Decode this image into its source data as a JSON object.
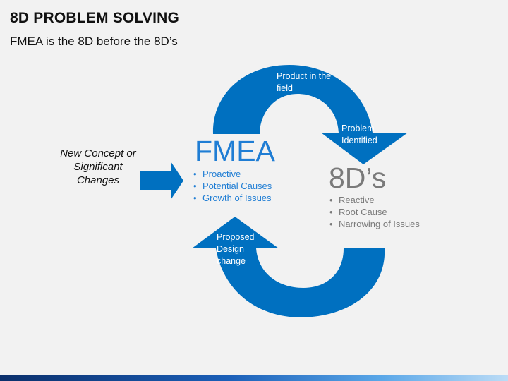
{
  "header": {
    "title": "8D PROBLEM SOLVING",
    "subtitle": "FMEA is the 8D before the 8D’s"
  },
  "diagram": {
    "input_text": "New Concept or Significant Changes",
    "fmea": {
      "title": "FMEA",
      "bullets": [
        "Proactive",
        "Potential Causes",
        "Growth of Issues"
      ]
    },
    "eights": {
      "title": "8D’s",
      "bullets": [
        "Reactive",
        "Root Cause",
        "Narrowing of Issues"
      ]
    },
    "top_arrow": {
      "label": "Product in the field",
      "tip_label": "Problem Identified"
    },
    "bottom_arrow": {
      "label": "Proposed Design change"
    },
    "colors": {
      "arrow_blue": "#0070c0",
      "fmea_blue": "#1f7dd4",
      "eights_gray": "#7a7a7a"
    }
  }
}
